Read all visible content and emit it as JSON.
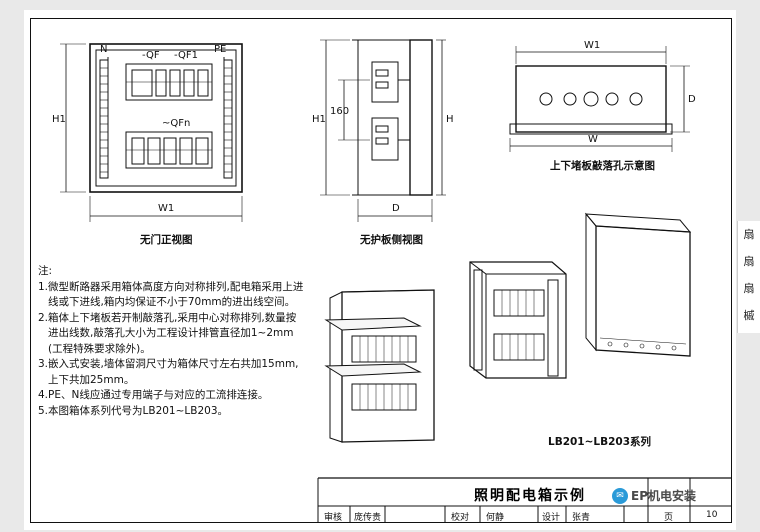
{
  "front_view": {
    "caption": "无门正视图",
    "label_n": "N",
    "label_qf": "-QF",
    "label_qf1": "-QF1",
    "label_pe": "PE",
    "label_qfn": "~QFn",
    "dim_h1": "H1",
    "dim_w1": "W1"
  },
  "side_view": {
    "caption": "无护板侧视图",
    "dim_h1": "H1",
    "dim_160": "160",
    "dim_h": "H",
    "dim_d": "D"
  },
  "top_view": {
    "caption": "上下堵板敲落孔示意图",
    "dim_w1": "W1",
    "dim_w": "W",
    "dim_d": "D"
  },
  "series_caption": "LB201~LB203系列",
  "notes": {
    "heading": "注:",
    "lines": [
      "1.微型断路器采用箱体高度方向对称排列,配电箱采用上进",
      "  线或下进线,箱内均保证不小于70mm的进出线空间。",
      "2.箱体上下堵板若开制敲落孔,采用中心对称排列,数量按",
      "  进出线数,敲落孔大小为工程设计排管直径加1~2mm",
      "  (工程特殊要求除外)。",
      "3.嵌入式安装,墙体留洞尺寸为箱体尺寸左右共加15mm,",
      "  上下共加25mm。",
      "4.PE、N线应通过专用端子与对应的工流排连接。",
      "5.本图箱体系列代号为LB201~LB203。"
    ]
  },
  "side_tab": {
    "items": [
      "扇",
      "扇",
      "扇",
      "槭"
    ]
  },
  "title_block": {
    "title": "照明配电箱示例",
    "review_label": "审核",
    "review_name": "庞传贵",
    "check_label": "校对",
    "check_name": "何静",
    "design_label": "设计",
    "design_name": "张青",
    "page_label": "页",
    "page_number": "10"
  },
  "watermark": {
    "text": "EP机电安装"
  }
}
